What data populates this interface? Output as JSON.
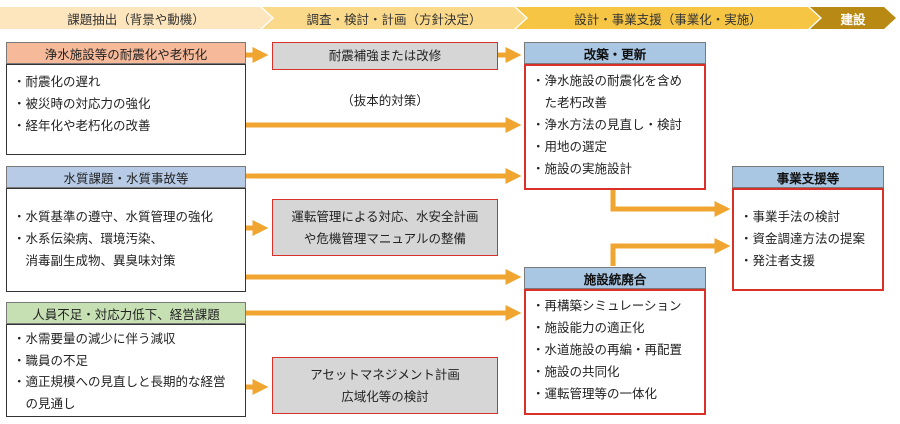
{
  "phases": [
    {
      "label": "課題抽出（背景や動機）",
      "color": "#fde6bd"
    },
    {
      "label": "調査・検討・計画（方針決定）",
      "color": "#fbd98a"
    },
    {
      "label": "設計・事業支援（事業化・実施）",
      "color": "#f6c544"
    },
    {
      "label": "建設",
      "color": "#b88a14"
    }
  ],
  "issues": [
    {
      "header": "浄水施設等の耐震化や老朽化",
      "header_color": "#f6b99a",
      "items": [
        "・耐震化の遅れ",
        "・被災時の対応力の強化",
        "・経年化や老朽化の改善"
      ]
    },
    {
      "header": "水質課題・水質事故等",
      "header_color": "#b7cbe6",
      "items": [
        "・水質基準の遵守、水質管理の強化",
        "・水系伝染病、環境汚染、",
        "　消毒副生成物、異臭味対策"
      ]
    },
    {
      "header": "人員不足・対応力低下、経営課題",
      "header_color": "#c6e0b4",
      "items": [
        "・水需要量の減少に伴う減収",
        "・職員の不足",
        "・適正規模への見直しと長期的な経営",
        "　の見通し"
      ]
    }
  ],
  "measures": {
    "seismic": "耐震補強または改修",
    "drastic": "（抜本的対策）",
    "operation": [
      "運転管理による対応、水安全計画",
      "や危機管理マニュアルの整備"
    ],
    "asset": [
      "アセットマネジメント計画",
      "広域化等の検討"
    ]
  },
  "design": {
    "renewal": {
      "header": "改築・更新",
      "items": [
        "・浄水施設の耐震化を含め",
        "　た老朽改善",
        "・浄水方法の見直し・検討",
        "・用地の選定",
        "・施設の実施設計"
      ]
    },
    "consolidation": {
      "header": "施設統廃合",
      "items": [
        "・再構築シミュレーション",
        "・施設能力の適正化",
        "・水道施設の再編・再配置",
        "・施設の共同化",
        "・運転管理等の一体化"
      ]
    },
    "support": {
      "header": "事業支援等",
      "items": [
        "・事業手法の検討",
        "・資金調達方法の提案",
        "・発注者支援"
      ]
    }
  },
  "arrow_color": "#f0a530"
}
